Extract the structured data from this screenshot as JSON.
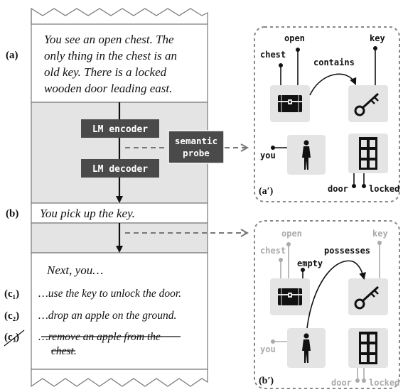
{
  "story": {
    "passage": [
      "You see an open chest. The",
      "only thing in the chest is an",
      "old key. There is a locked",
      "wooden door leading east."
    ],
    "action": "You pick up the key.",
    "prompt": "Next, you…",
    "continuations": [
      "…use the key to unlock the door.",
      "…drop an apple on the ground."
    ],
    "struck": [
      "…remove an apple from the",
      "chest."
    ]
  },
  "labels": {
    "a": "(a)",
    "b": "(b)",
    "c1": "(c₁)",
    "c2": "(c₂)",
    "c3": "(c₃)",
    "a_prime": "(a′)",
    "b_prime": "(b′)"
  },
  "boxes": {
    "encoder": "LM encoder",
    "decoder": "LM decoder",
    "probe_line1": "semantic",
    "probe_line2": "probe"
  },
  "state_a": {
    "chest": "chest",
    "open": "open",
    "contains": "contains",
    "key": "key",
    "you": "you",
    "door": "door",
    "locked": "locked"
  },
  "state_b": {
    "chest": "chest",
    "open": "open",
    "empty": "empty",
    "possesses": "possesses",
    "key": "key",
    "you": "you",
    "door": "door",
    "locked": "locked"
  },
  "colors": {
    "box_dark": "#4a4a4a",
    "panel_gray": "#e4e4e4",
    "faded": "#aaaaaa",
    "border": "#777777"
  }
}
